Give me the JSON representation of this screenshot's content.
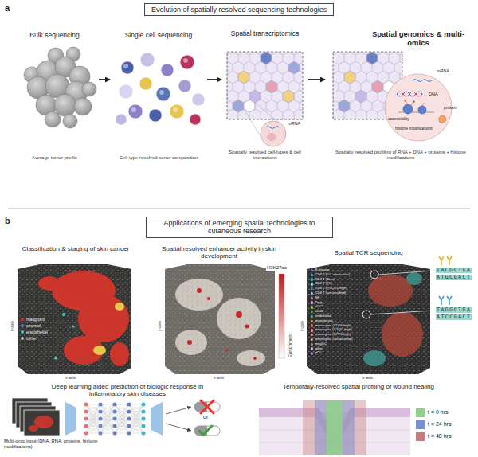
{
  "diagram": {
    "nodes": [
      {
        "text": [
          "Evolution of spatially resolved sequencing technologies"
        ]
      },
      {
        "text": [
          "Bulk sequencing",
          "Average tumor profile"
        ]
      },
      {
        "text": [
          "Single cell sequencing",
          "Cell-type resolved tumor composition"
        ]
      },
      {
        "text": [
          "Spatial transcriptomics",
          "Spatially resolved cell-types & cell interactions"
        ]
      },
      {
        "text": [
          "Spatial genomics & multi-omics",
          "Spatially resolved profiling of RNA + DNA + proteins + histone modifications"
        ]
      },
      {
        "text": [
          "Applications of emerging spatial technologies to cutaneous research"
        ]
      }
    ],
    "edges": [
      {
        "from": 1,
        "to": 2,
        "arrow": "to"
      },
      {
        "from": 2,
        "to": 3,
        "arrow": "to"
      },
      {
        "from": 3,
        "to": 4,
        "arrow": "to"
      }
    ],
    "labels": [
      "a",
      "mRNA",
      "mRNA",
      "DNA",
      "protein",
      "accessibility",
      "histone modifications",
      "b",
      "Classification & staging of skin cancer",
      "Spatial resolved enhancer activity in skin development",
      "Spatial TCR sequencing",
      "y-axis",
      "x-axis",
      "H3K27ac",
      "Enrichment",
      "y-axis",
      "x-axis",
      "y-axis",
      "x-axis",
      "TACGCTGA",
      "ATGCGACT",
      "TAGGCTGA",
      "ATCCGACT",
      "Deep learning aided prediction of biologic response in inflammatory skin diseases",
      "Temporally-resolved spatial profiling of wound healing",
      "Multi-omic input (DNA, RNA, proteins, histone modifications)",
      "or"
    ],
    "legend": [
      {
        "text": "malignant",
        "color": "#e0312a"
      },
      {
        "text": "stromal",
        "color": "#5b6fd6"
      },
      {
        "text": "endothelial",
        "color": "#3fc9c0"
      },
      {
        "text": "other",
        "color": "#bdbdbd"
      },
      {
        "text": "B-lineage",
        "color": "#5a6fd1"
      },
      {
        "text": "CD4 T (DC interaction)",
        "color": "#4cc2c5"
      },
      {
        "text": "CD4 T (Tem)",
        "color": "#3aa0d8"
      },
      {
        "text": "CD4 T (Th)",
        "color": "#7fd3e8"
      },
      {
        "text": "CD4 T (PDCD1-high)",
        "color": "#2e86c1"
      },
      {
        "text": "CD4 T (unclassified)",
        "color": "#9ad0f0"
      },
      {
        "text": "NK",
        "color": "#d86fb0"
      },
      {
        "text": "Treg",
        "color": "#c6a2e8"
      },
      {
        "text": "cDC1",
        "color": "#8bc34a"
      },
      {
        "text": "cDC2",
        "color": "#4caf50"
      },
      {
        "text": "endothelial",
        "color": "#2fb7a0"
      },
      {
        "text": "granulocytic",
        "color": "#e0a030"
      },
      {
        "text": "monocytes (CD16-high)",
        "color": "#e57373"
      },
      {
        "text": "monocytes (C1QC-high)",
        "color": "#ef9a9a"
      },
      {
        "text": "monocytes (SPP1-high)",
        "color": "#ff8a65"
      },
      {
        "text": "monocytes (unclassified)",
        "color": "#d4a373"
      },
      {
        "text": "megDC",
        "color": "#a1887f"
      },
      {
        "text": "other",
        "color": "#bdbdbd"
      },
      {
        "text": "pDC",
        "color": "#9575cd"
      },
      {
        "text": "t = 0 hrs",
        "color": "#8fd18a"
      },
      {
        "text": "t = 24 hrs",
        "color": "#7b8fd0"
      },
      {
        "text": "t = 48 hrs",
        "color": "#c97a7a"
      }
    ]
  }
}
